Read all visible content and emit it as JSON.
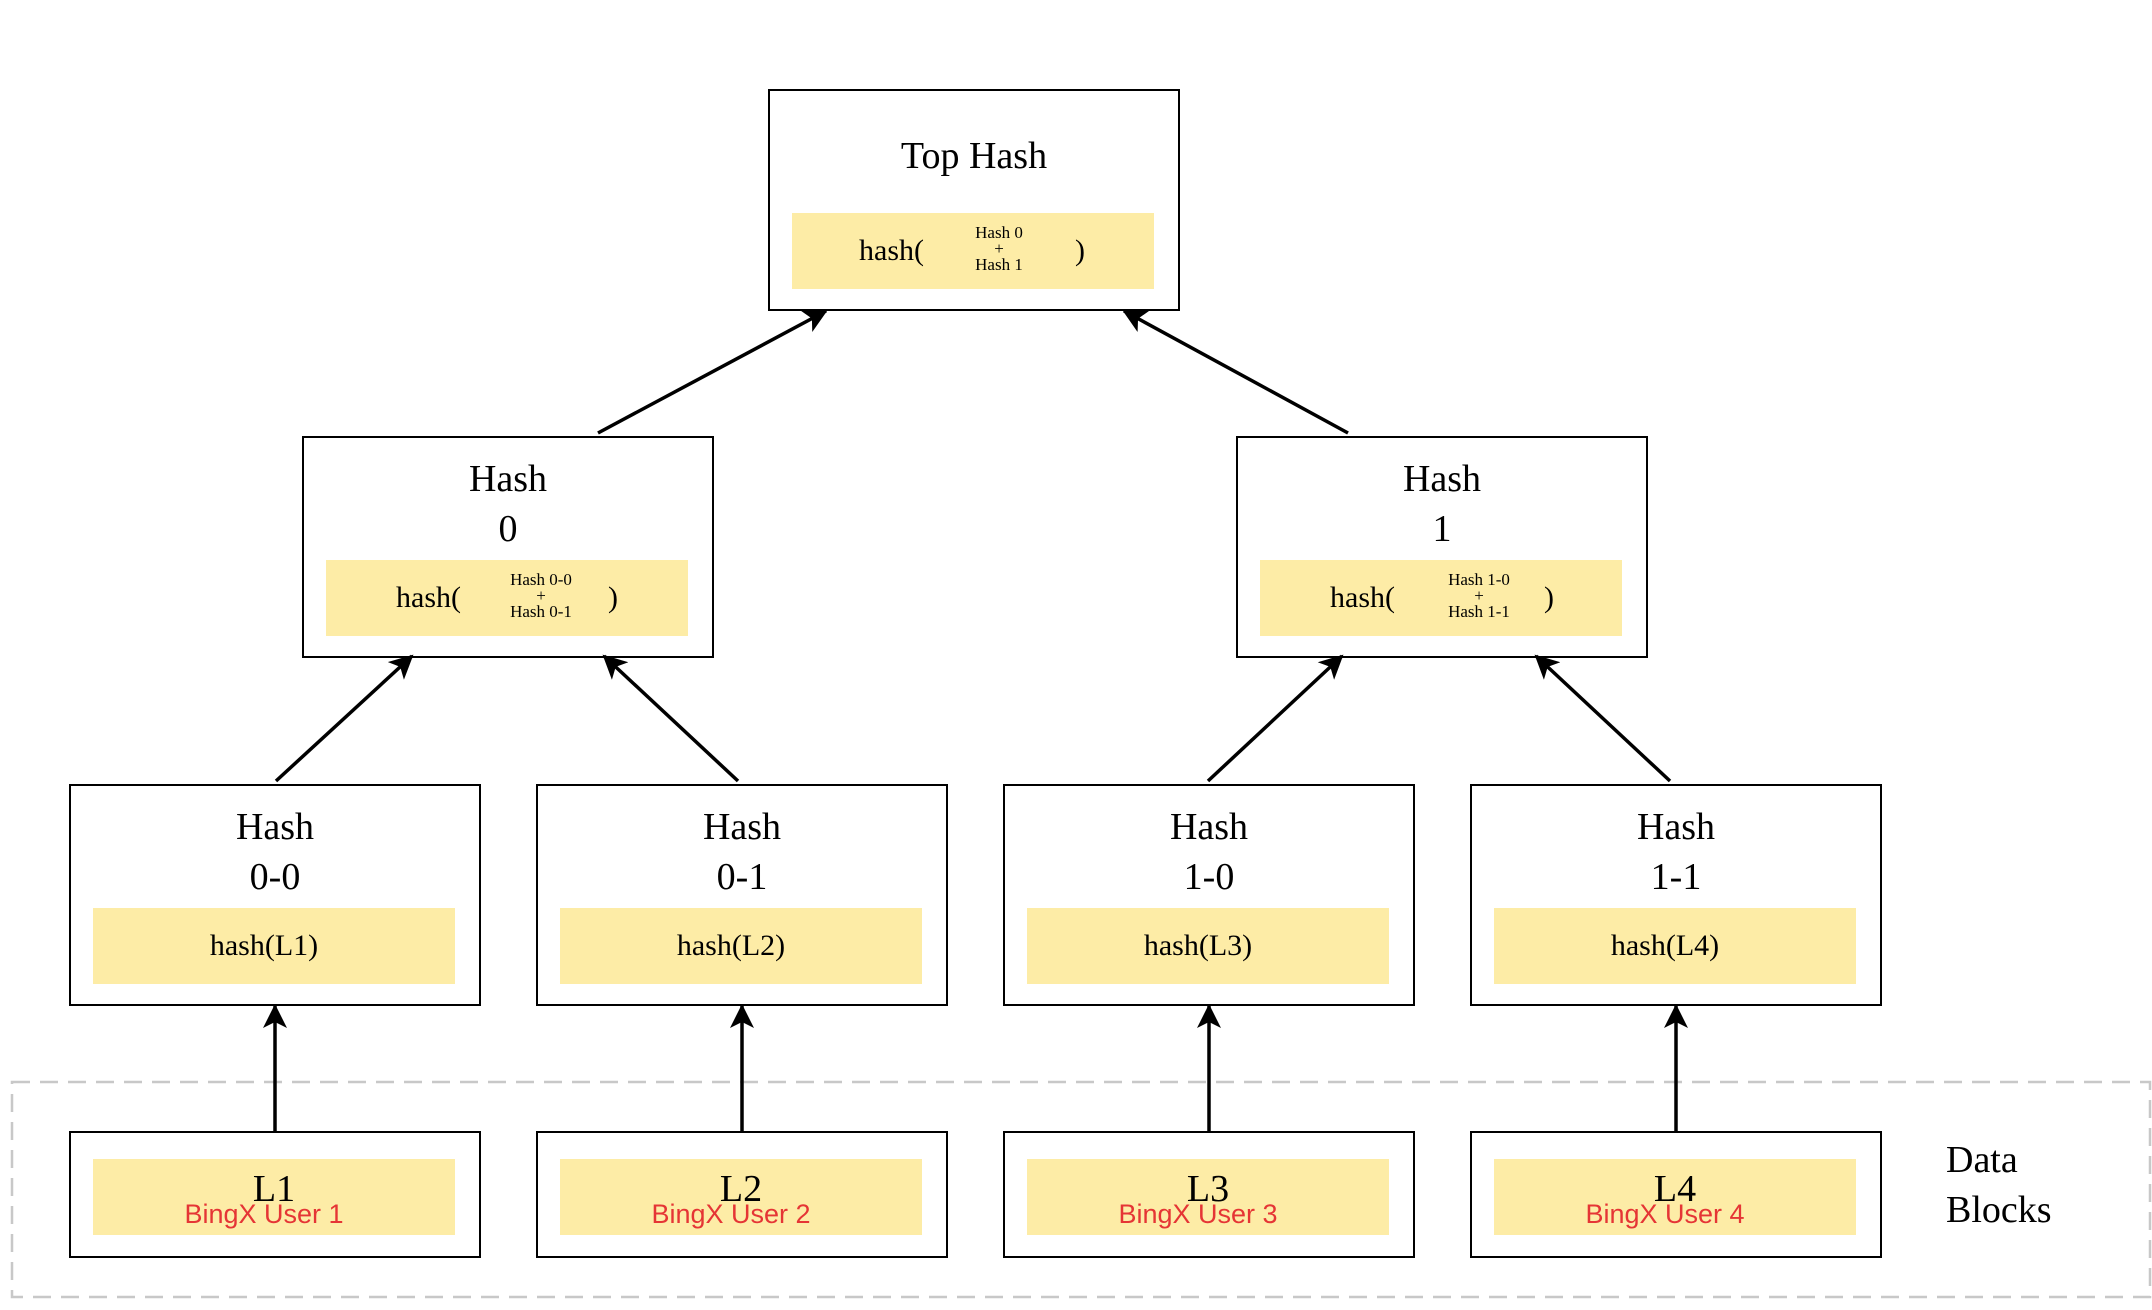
{
  "top": {
    "title": "Top Hash",
    "fn": "hash(",
    "a": "Hash 0",
    "op": "+",
    "b": "Hash 1",
    "close": ")"
  },
  "h0": {
    "title_1": "Hash",
    "title_2": "0",
    "fn": "hash(",
    "a": "Hash 0-0",
    "op": "+",
    "b": "Hash 0-1",
    "close": ")"
  },
  "h1": {
    "title_1": "Hash",
    "title_2": "1",
    "fn": "hash(",
    "a": "Hash 1-0",
    "op": "+",
    "b": "Hash 1-1",
    "close": ")"
  },
  "leaves": [
    {
      "title_1": "Hash",
      "title_2": "0-0",
      "fn": "hash(L1)"
    },
    {
      "title_1": "Hash",
      "title_2": "0-1",
      "fn": "hash(L2)"
    },
    {
      "title_1": "Hash",
      "title_2": "1-0",
      "fn": "hash(L3)"
    },
    {
      "title_1": "Hash",
      "title_2": "1-1",
      "fn": "hash(L4)"
    }
  ],
  "blocks": [
    {
      "label": "L1",
      "user": "BingX User 1"
    },
    {
      "label": "L2",
      "user": "BingX User 2"
    },
    {
      "label": "L3",
      "user": "BingX User 3"
    },
    {
      "label": "L4",
      "user": "BingX User 4"
    }
  ],
  "legend": {
    "line_1": "Data",
    "line_2": "Blocks"
  },
  "colors": {
    "strip": "#fdeca6",
    "user_text": "#e53535",
    "dashed_border": "#c8c8c8",
    "arrow": "#000000"
  }
}
